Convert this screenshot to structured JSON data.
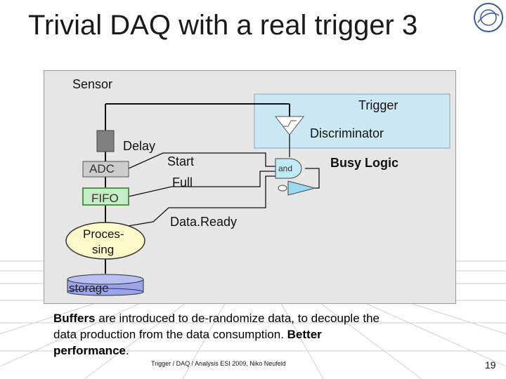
{
  "title": "Trivial DAQ with a real trigger 3",
  "labels": {
    "sensor": "Sensor",
    "trigger": "Trigger",
    "discriminator": "Discriminator",
    "delay": "Delay",
    "adc": "ADC",
    "start": "Start",
    "full": "Full",
    "and_gate": "and",
    "busy_logic": "Busy Logic",
    "fifo": "FIFO",
    "data_ready": "Data.Ready",
    "processing_line1": "Proces-",
    "processing_line2": "sing",
    "storage": "storage"
  },
  "caption": {
    "buffers": "Buffers",
    "text1": " are introduced to de-randomize data, to decouple the data production from the data consumption. ",
    "better": "Better performance",
    "text2": "."
  },
  "footer": "Trigger / DAQ / Analysis ESI 2009, Niko Neufeld",
  "page_number": "19",
  "colors": {
    "panel": "#e6e6e6",
    "trigger_box": "#cbe7f4",
    "fifo_fill": "#c6ecc6",
    "fifo_border": "#4a9a4a",
    "adc_fill": "#cccccc",
    "processing_fill": "#fff8c8",
    "storage_fill": "#9aa4ea",
    "gate_fill": "#bfeaf5",
    "amplifier_fill": "#9adaf0",
    "sensor_fill": "#808080"
  }
}
